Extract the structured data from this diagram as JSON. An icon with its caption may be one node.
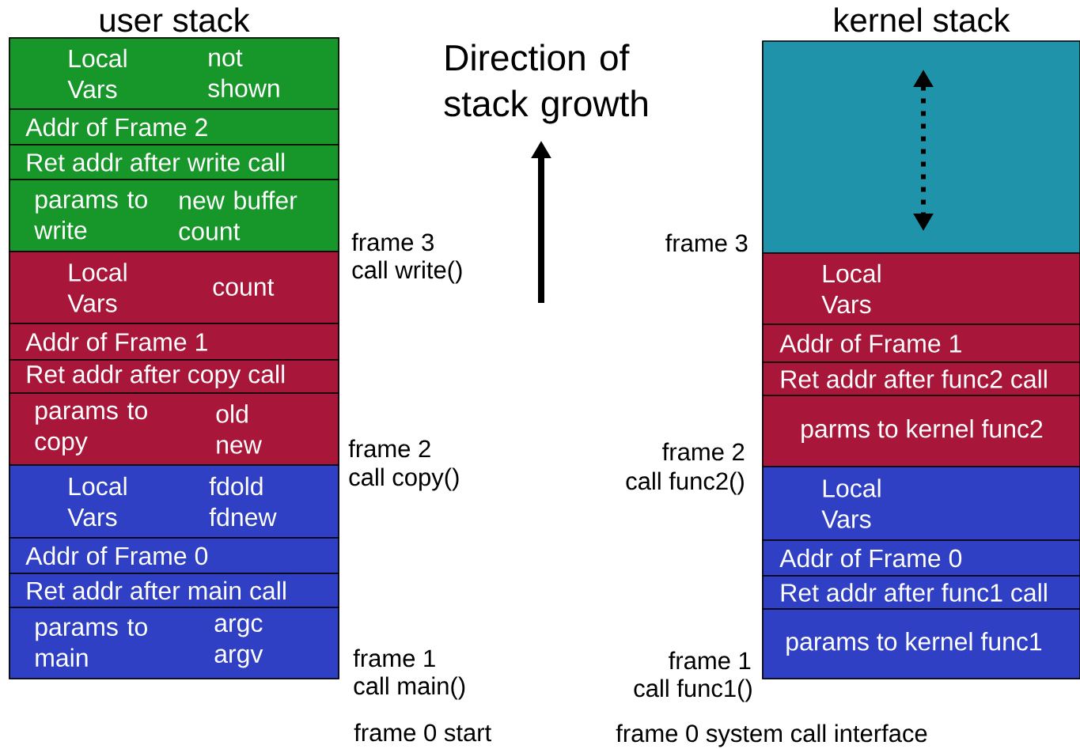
{
  "diagram": {
    "nodes": [
      {
        "text": [
          "user stack"
        ]
      },
      {
        "text": [
          "Local Vars",
          "not shown"
        ],
        "in": 0
      },
      {
        "text": [
          "Addr of Frame 2"
        ],
        "in": 0
      },
      {
        "text": [
          "Ret addr after write call"
        ],
        "in": 0
      },
      {
        "text": [
          "params to write",
          "new buffer count"
        ],
        "in": 0
      },
      {
        "text": [
          "Local Vars",
          "count"
        ],
        "in": 0
      },
      {
        "text": [
          "Addr of Frame 1"
        ],
        "in": 0
      },
      {
        "text": [
          "Ret addr after copy call"
        ],
        "in": 0
      },
      {
        "text": [
          "params to copy",
          "old new"
        ],
        "in": 0
      },
      {
        "text": [
          "Local Vars",
          "fdold fdnew"
        ],
        "in": 0
      },
      {
        "text": [
          "Addr of Frame 0"
        ],
        "in": 0
      },
      {
        "text": [
          "Ret addr after main call"
        ],
        "in": 0
      },
      {
        "text": [
          "params to main",
          "argc argv"
        ],
        "in": 0
      },
      {
        "text": [
          "kernel stack"
        ]
      },
      {
        "text": [],
        "shape": "box",
        "in": 13
      },
      {
        "text": [
          "Local Vars"
        ],
        "in": 13
      },
      {
        "text": [
          "Addr of Frame 1"
        ],
        "in": 13
      },
      {
        "text": [
          "Ret addr after func2 call"
        ],
        "in": 13
      },
      {
        "text": [
          "parms to kernel func2"
        ],
        "in": 13
      },
      {
        "text": [
          "Local Vars"
        ],
        "in": 13
      },
      {
        "text": [
          "Addr of Frame 0"
        ],
        "in": 13
      },
      {
        "text": [
          "Ret addr after func1 call"
        ],
        "in": 13
      },
      {
        "text": [
          "params to kernel func1"
        ],
        "in": 13
      }
    ],
    "labels": [
      "Direction of stack growth",
      "frame 3",
      "call write()",
      "frame 3",
      "frame 2",
      "call copy()",
      "frame 2",
      "call func2()",
      "frame 1",
      "call main()",
      "frame 1",
      "call func1()",
      "frame 0 start",
      "frame 0 system call interface"
    ]
  }
}
